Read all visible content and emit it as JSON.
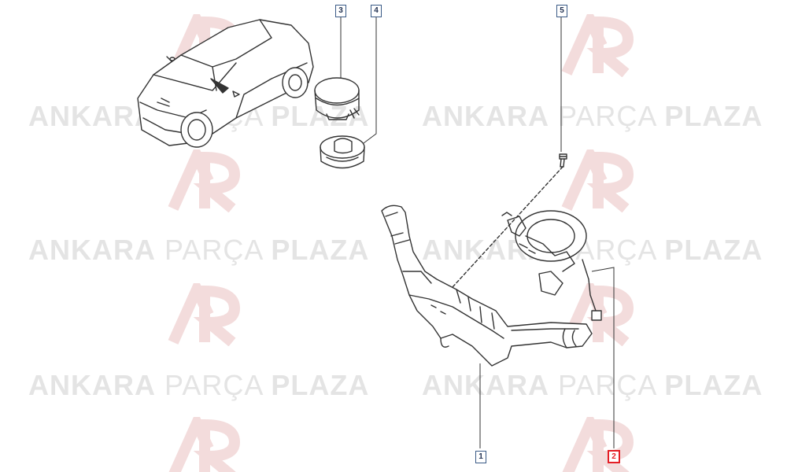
{
  "watermark": {
    "brand_bold_1": "ANKARA",
    "brand_light": "PARÇA",
    "brand_bold_2": "PLAZA",
    "logo_color": "#f3dcdc",
    "text_color": "#e4e4e4"
  },
  "callouts": [
    {
      "label": "1",
      "highlighted": false
    },
    {
      "label": "2",
      "highlighted": true
    },
    {
      "label": "3",
      "highlighted": false
    },
    {
      "label": "4",
      "highlighted": false
    },
    {
      "label": "5",
      "highlighted": false
    }
  ],
  "colors": {
    "line": "#333333",
    "callout_border": "#3a5a86",
    "highlight": "#e41e25"
  }
}
